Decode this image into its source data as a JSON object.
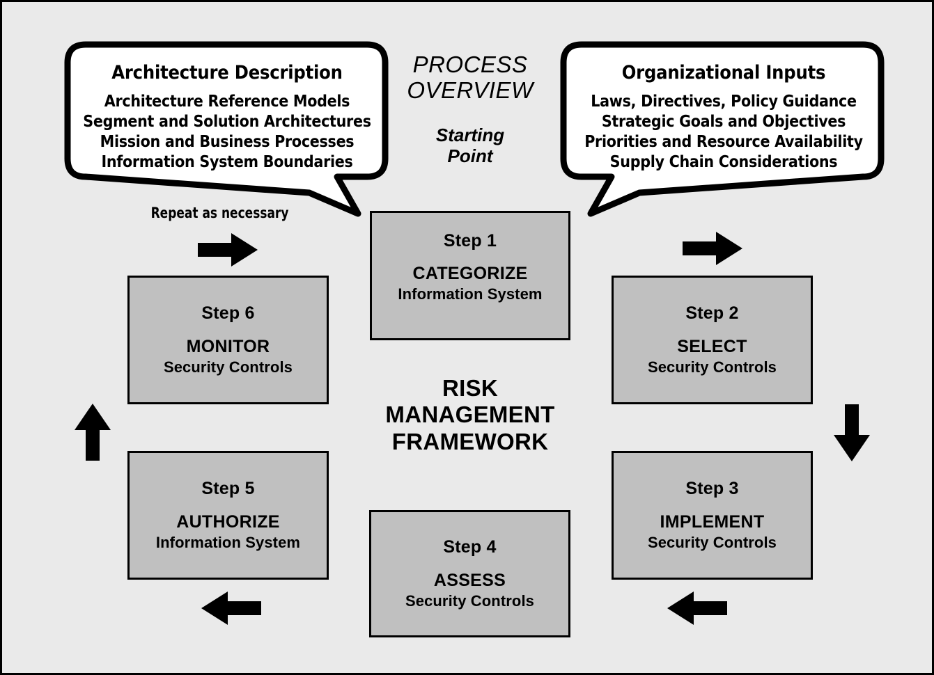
{
  "diagram": {
    "title": "Risk Management Framework Process Overview",
    "background_color": "#eaeaea",
    "box_fill_color": "#c0c0c0",
    "stroke_color": "#000000"
  },
  "center": {
    "process_overview": "PROCESS\nOVERVIEW",
    "starting_point": "Starting\nPoint",
    "framework_title": "RISK\nMANAGEMENT\nFRAMEWORK"
  },
  "repeat_label": "Repeat as necessary",
  "callouts": [
    {
      "id": "architecture-description",
      "heading": "Architecture Description",
      "lines": "Architecture Reference Models\nSegment and Solution Architectures\nMission and Business Processes\nInformation System Boundaries",
      "tail_direction": "down-right"
    },
    {
      "id": "organizational-inputs",
      "heading": "Organizational Inputs",
      "lines": "Laws, Directives, Policy Guidance\nStrategic Goals and Objectives\nPriorities and Resource Availability\nSupply Chain Considerations",
      "tail_direction": "down-left"
    }
  ],
  "steps": [
    {
      "id": "step1",
      "number": "Step 1",
      "action": "CATEGORIZE",
      "object": "Information System"
    },
    {
      "id": "step2",
      "number": "Step 2",
      "action": "SELECT",
      "object": "Security Controls"
    },
    {
      "id": "step3",
      "number": "Step 3",
      "action": "IMPLEMENT",
      "object": "Security Controls"
    },
    {
      "id": "step4",
      "number": "Step 4",
      "action": "ASSESS",
      "object": "Security Controls"
    },
    {
      "id": "step5",
      "number": "Step 5",
      "action": "AUTHORIZE",
      "object": "Information System"
    },
    {
      "id": "step6",
      "number": "Step 6",
      "action": "MONITOR",
      "object": "Security Controls"
    }
  ],
  "arrows": [
    {
      "id": "arrow-repeat",
      "direction": "right",
      "label": "repeat-loop-arrow"
    },
    {
      "id": "arrow-top-right",
      "direction": "right",
      "label": "step1-to-step2-arrow"
    },
    {
      "id": "arrow-right-down",
      "direction": "down",
      "label": "step2-to-step3-arrow"
    },
    {
      "id": "arrow-bottom-right",
      "direction": "left",
      "label": "step3-to-step4-arrow"
    },
    {
      "id": "arrow-bottom-left",
      "direction": "left",
      "label": "step4-to-step5-arrow"
    },
    {
      "id": "arrow-left-up",
      "direction": "up",
      "label": "step5-to-step6-arrow"
    }
  ]
}
